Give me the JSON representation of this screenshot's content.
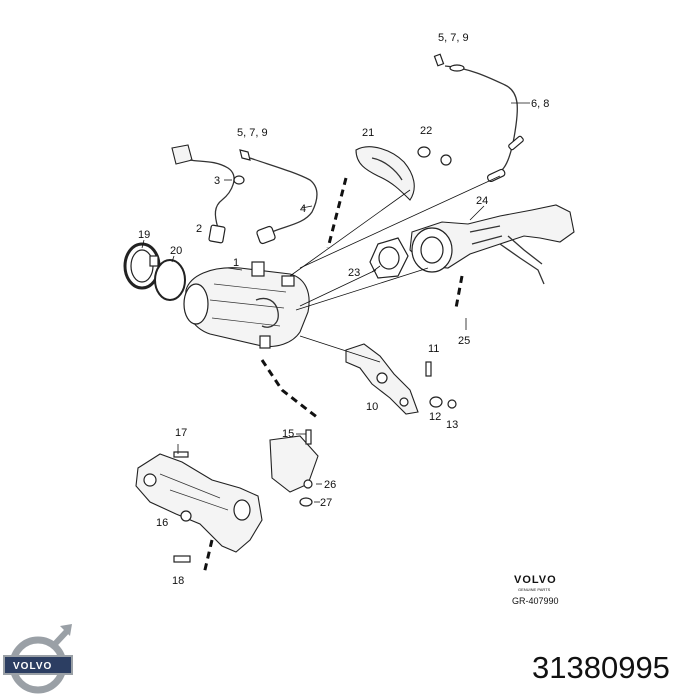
{
  "callouts": {
    "c1": "1",
    "c2": "2",
    "c3": "3",
    "c4": "4",
    "c579a": "5, 7, 9",
    "c579b": "5, 7, 9",
    "c68": "6, 8",
    "c10": "10",
    "c11": "11",
    "c12": "12",
    "c13": "13",
    "c15": "15",
    "c16": "16",
    "c17": "17",
    "c18": "18",
    "c19": "19",
    "c20": "20",
    "c21": "21",
    "c22": "22",
    "c23": "23",
    "c24": "24",
    "c25": "25",
    "c26": "26",
    "c27": "27"
  },
  "branding": {
    "brand_small": "VOLVO",
    "genuine_parts": "GENUINE PARTS",
    "drawing_ref": "GR-407990",
    "logo_text": "VOLVO",
    "part_number": "31380995"
  },
  "colors": {
    "ink": "#111111",
    "logo_steel": "#9aa0a6",
    "logo_bar": "#2c3e62"
  }
}
